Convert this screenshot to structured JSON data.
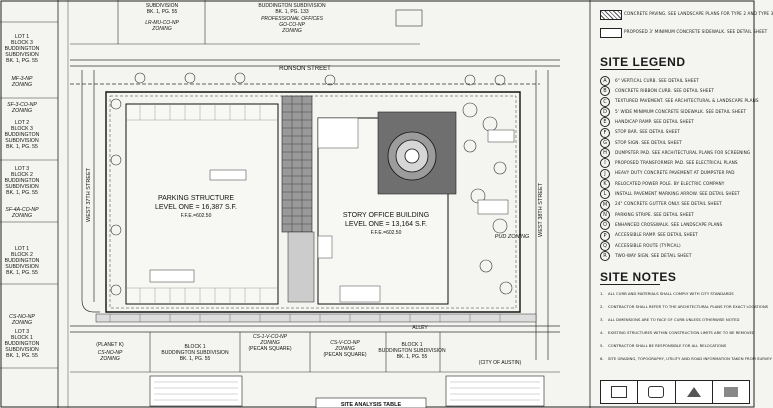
{
  "parcels_left": [
    {
      "lines": [
        "LOT 1",
        "BLOCK 3",
        "BUDDINGTON",
        "SUBDIVISION",
        "BK. 1, PG. 55"
      ]
    },
    {
      "lines": [
        "MF-3-NP",
        "ZONING"
      ]
    },
    {
      "lines": [
        "SF-3-CO-NP",
        "ZONING"
      ]
    },
    {
      "lines": [
        "LOT 2",
        "BLOCK 3",
        "BUDDINGTON",
        "SUBDIVISION",
        "BK. 1, PG. 55"
      ]
    },
    {
      "lines": [
        "LOT 3",
        "BLOCK 2",
        "BUDDINGTON",
        "SUBDIVISION",
        "BK. 1, PG. 55"
      ]
    },
    {
      "lines": [
        "SF-4A-CO-NP",
        "ZONING"
      ]
    },
    {
      "lines": [
        "LOT 1",
        "BLOCK 2",
        "BUDDINGTON",
        "SUBDIVISION",
        "BK. 1, PG. 55"
      ]
    },
    {
      "lines": [
        "CS-NO-NP",
        "ZONING"
      ]
    },
    {
      "lines": [
        "LOT 3",
        "BLOCK 1",
        "BUDDINGTON",
        "SUBDIVISION",
        "BK. 1, PG. 55"
      ]
    }
  ],
  "top_labels": {
    "sub_left": "SUBDIVISION",
    "sub_left2": "BK. 1, PG. 55",
    "zoning_left": "LR-MU-CO-NP",
    "zoning_left2": "ZONING",
    "sub_mid": "BUDDINGTON SUBDIVISION",
    "sub_mid2": "BK. 1, PG. 133",
    "off_mid": "PROFESSIONAL OFFICES",
    "zoning_mid": "GO-CO-NP",
    "zoning_mid2": "ZONING"
  },
  "streets": {
    "north": "RONSON STREET",
    "west": "WEST 37TH STREET",
    "east": "WEST 38TH STREET",
    "alley": "ALLEY"
  },
  "buildings": {
    "parking_title": "PARKING STRUCTURE",
    "parking_level": "LEVEL ONE = 16,387 S.F.",
    "parking_ffe": "F.F.E.=602.50",
    "office_title": "STORY OFFICE BUILDING",
    "office_level": "LEVEL ONE = 13,164 S.F.",
    "office_ffe": "F.F.E.=602.50"
  },
  "bottom_labels": {
    "planet": "(PLANET K)",
    "cs_left": "CS-NO-NP",
    "zoning_left": "ZONING",
    "block_left": "BLOCK 1",
    "sub_left": "BUDDINGTON SUBDIVISION",
    "bk_left": "BK. 1, PG. 55",
    "cs_mid": "CS-1-V-CO-NP",
    "zoning_mid": "ZONING",
    "pecan": "(PECAN SQUARE)",
    "cs_mid2": "CS-V-CO-NP",
    "zoning_mid2": "ZONING",
    "pecan2": "(PECAN SQUARE)",
    "block_right": "BLOCK 1",
    "sub_right": "BUDDINGTON SUBDIVISION",
    "bk_right": "BK. 1, PG. 55",
    "austin": "(CITY OF AUSTIN)",
    "pud": "PUD ZONING"
  },
  "legend_top": [
    "CONCRETE PAVING. SEE LANDSCAPE PLANS FOR TYPE 2 AND TYPE 3",
    "PROPOSED 3' MINIMUM CONCRETE SIDEWALK. SEE DETAIL SHEET"
  ],
  "site_legend_title": "SITE LEGEND",
  "site_legend": [
    {
      "sym": "A",
      "text": "6\" VERTICAL CURB. SEE DETAIL SHEET"
    },
    {
      "sym": "B",
      "text": "CONCRETE RIBBON CURB. SEE DETAIL SHEET"
    },
    {
      "sym": "C",
      "text": "TEXTURED PAVEMENT. SEE ARCHITECTURAL & LANDSCAPE PLANS"
    },
    {
      "sym": "D",
      "text": "5' WIDE MINIMUM CONCRETE SIDEWALK. SEE DETAIL SHEET"
    },
    {
      "sym": "E",
      "text": "HANDICAP RAMP. SEE DETAIL SHEET"
    },
    {
      "sym": "F",
      "text": "STOP BAR. SEE DETAIL SHEET"
    },
    {
      "sym": "G",
      "text": "STOP SIGN. SEE DETAIL SHEET"
    },
    {
      "sym": "H",
      "text": "DUMPSTER PAD. SEE ARCHITECTURAL PLANS FOR SCREENING"
    },
    {
      "sym": "I",
      "text": "PROPOSED TRANSFORMER PAD. SEE ELECTRICAL PLANS"
    },
    {
      "sym": "J",
      "text": "HEAVY DUTY CONCRETE PAVEMENT AT DUMPSTER PAD"
    },
    {
      "sym": "K",
      "text": "RELOCATED POWER POLE. BY ELECTRIC COMPANY"
    },
    {
      "sym": "L",
      "text": "INSTALL PAVEMENT MARKING ARROW. SEE DETAIL SHEET"
    },
    {
      "sym": "M",
      "text": "24\" CONCRETE GUTTER ONLY. SEE DETAIL SHEET"
    },
    {
      "sym": "N",
      "text": "PARKING STRIPE. SEE DETAIL SHEET"
    },
    {
      "sym": "O",
      "text": "ENHANCED CROSSWALK. SEE LANDSCAPE PLANS"
    },
    {
      "sym": "P",
      "text": "ACCESSIBLE RAMP. SEE DETAIL SHEET"
    },
    {
      "sym": "Q",
      "text": "ACCESSIBLE ROUTE (TYPICAL)"
    },
    {
      "sym": "R",
      "text": "TWO-WAY SIGN. SEE DETAIL SHEET"
    }
  ],
  "site_notes_title": "SITE NOTES",
  "site_notes": [
    {
      "n": "1.",
      "text": "ALL CURB AND MATERIALS SHALL COMPLY WITH CITY STANDARDS"
    },
    {
      "n": "2.",
      "text": "CONTRACTOR SHALL REFER TO THE ARCHITECTURAL PLANS FOR EXACT LOCATIONS"
    },
    {
      "n": "3.",
      "text": "ALL DIMENSIONS ARE TO FACE OF CURB UNLESS OTHERWISE NOTED"
    },
    {
      "n": "4.",
      "text": "EXISTING STRUCTURES WITHIN CONSTRUCTION LIMITS ARE TO BE REMOVED"
    },
    {
      "n": "5.",
      "text": "CONTRACTOR SHALL BE RESPONSIBLE FOR ALL RELOCATIONS"
    },
    {
      "n": "6.",
      "text": "SITE GRADING, TOPOGRAPHY, UTILITY AND ROAD INFORMATION TAKEN FROM SURVEY"
    }
  ],
  "bottom_note": "SITE ANALYSIS TABLE"
}
